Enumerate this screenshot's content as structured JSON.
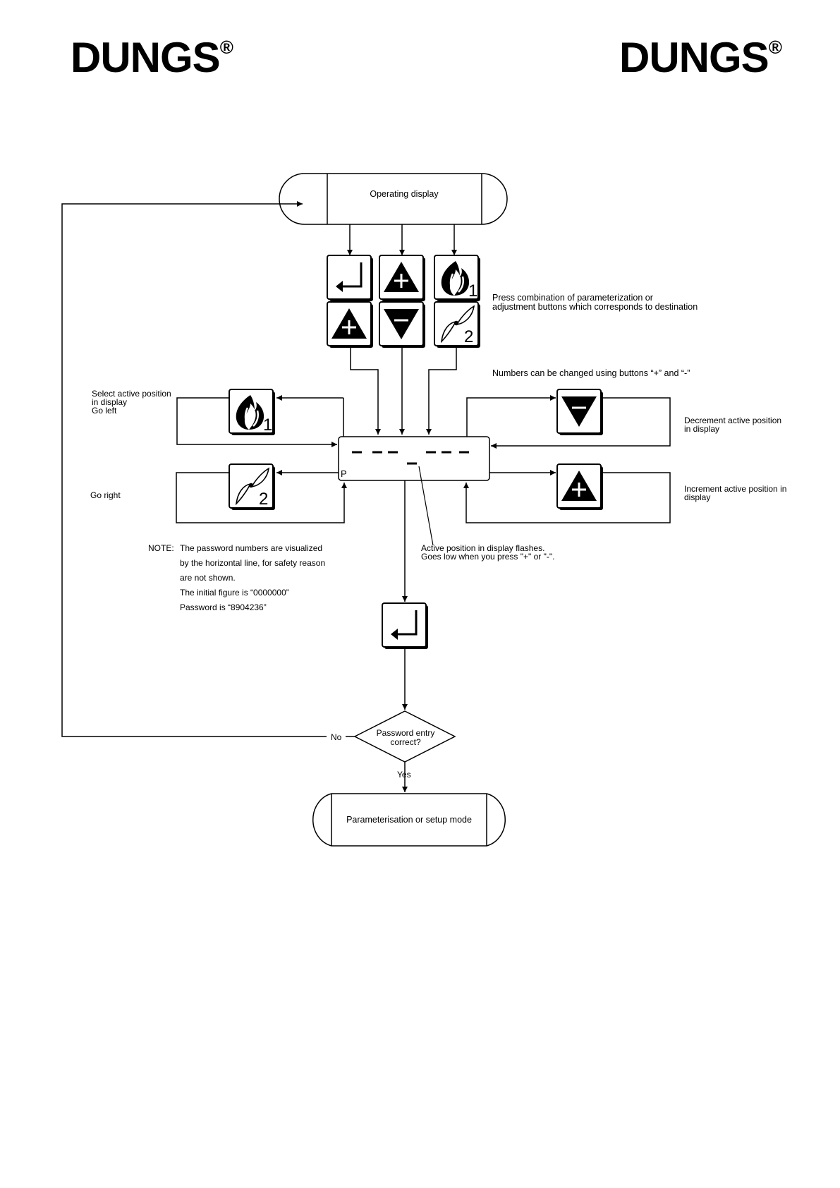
{
  "header": {
    "brand": "DUNGS",
    "registered": "®"
  },
  "flow": {
    "start_label": "Operating display",
    "press_combo_line1": "Press combination of parameterization or",
    "press_combo_line2": "adjustment buttons which corresponds to destination",
    "numbers_note": "Numbers can be changed using buttons “+” and “-”",
    "select_left_line1": "Select active position",
    "select_left_line2": "in display",
    "select_left_line3": "Go left",
    "go_right": "Go right",
    "decrement_line1": "Decrement active position",
    "decrement_line2": "in display",
    "increment_line1": "Increment active position in",
    "increment_line2": "display",
    "display_p": "P",
    "active_note_line1": "Active position in display flashes.",
    "active_note_line2": "Goes low when you press \"+\" or \"-\".",
    "note_label": "NOTE:",
    "note_line1": "The password numbers are visualized",
    "note_line2": "by the horizontal line, for safety reason",
    "note_line3": "are not shown.",
    "note_line4": "The initial figure is “0000000”",
    "note_line5": "Password is “8904236”",
    "decision_line1": "Password entry",
    "decision_line2": "correct?",
    "no_label": "No",
    "yes_label": "Yes",
    "end_label": "Parameterisation or setup mode",
    "button_digit_1": "1",
    "button_digit_2": "2"
  },
  "icons": {
    "enter": "enter-arrow-icon",
    "plus": "plus-triangle-icon",
    "minus": "minus-triangle-icon",
    "flame": "flame-icon",
    "fan": "fan-propeller-icon"
  }
}
